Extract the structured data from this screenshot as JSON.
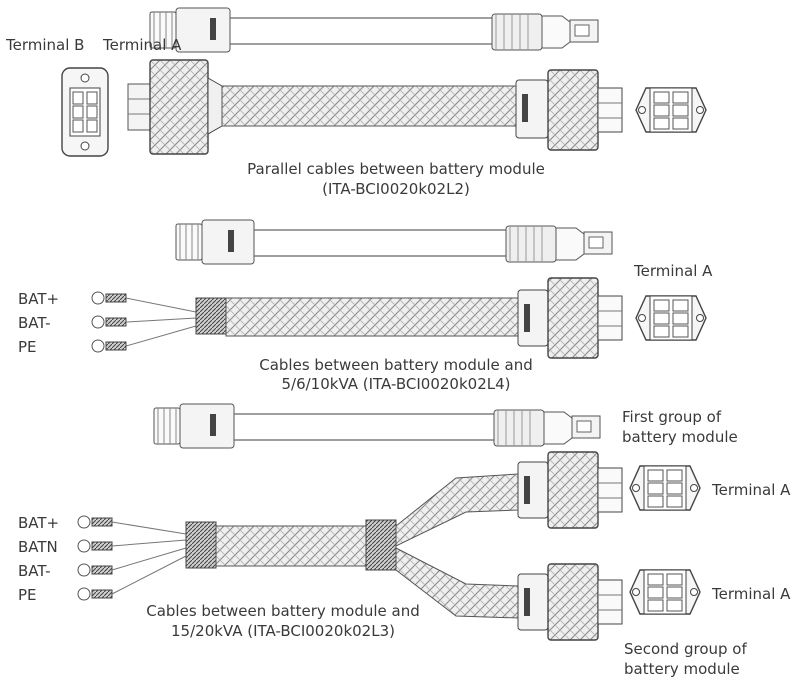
{
  "figure": {
    "section1": {
      "terminal_b_label": "Terminal B",
      "terminal_a_label": "Terminal A",
      "caption_line1": "Parallel cables between battery module",
      "caption_line2": "(ITA-BCI0020k02L2)"
    },
    "section2": {
      "terminal_a_label": "Terminal A",
      "leads": [
        "BAT+",
        "BAT-",
        "PE"
      ],
      "caption_line1": "Cables between battery module and",
      "caption_line2": "5/6/10kVA (ITA-BCI0020k02L4)"
    },
    "section3": {
      "leads": [
        "BAT+",
        "BATN",
        "BAT-",
        "PE"
      ],
      "first_group_line1": "First group of",
      "first_group_line2": "battery module",
      "terminal_a_top_label": "Terminal A",
      "terminal_a_bottom_label": "Terminal A",
      "second_group_line1": "Second  group of",
      "second_group_line2": "battery module",
      "caption_line1": "Cables between battery module and",
      "caption_line2": "15/20kVA (ITA-BCI0020k02L3)"
    }
  }
}
